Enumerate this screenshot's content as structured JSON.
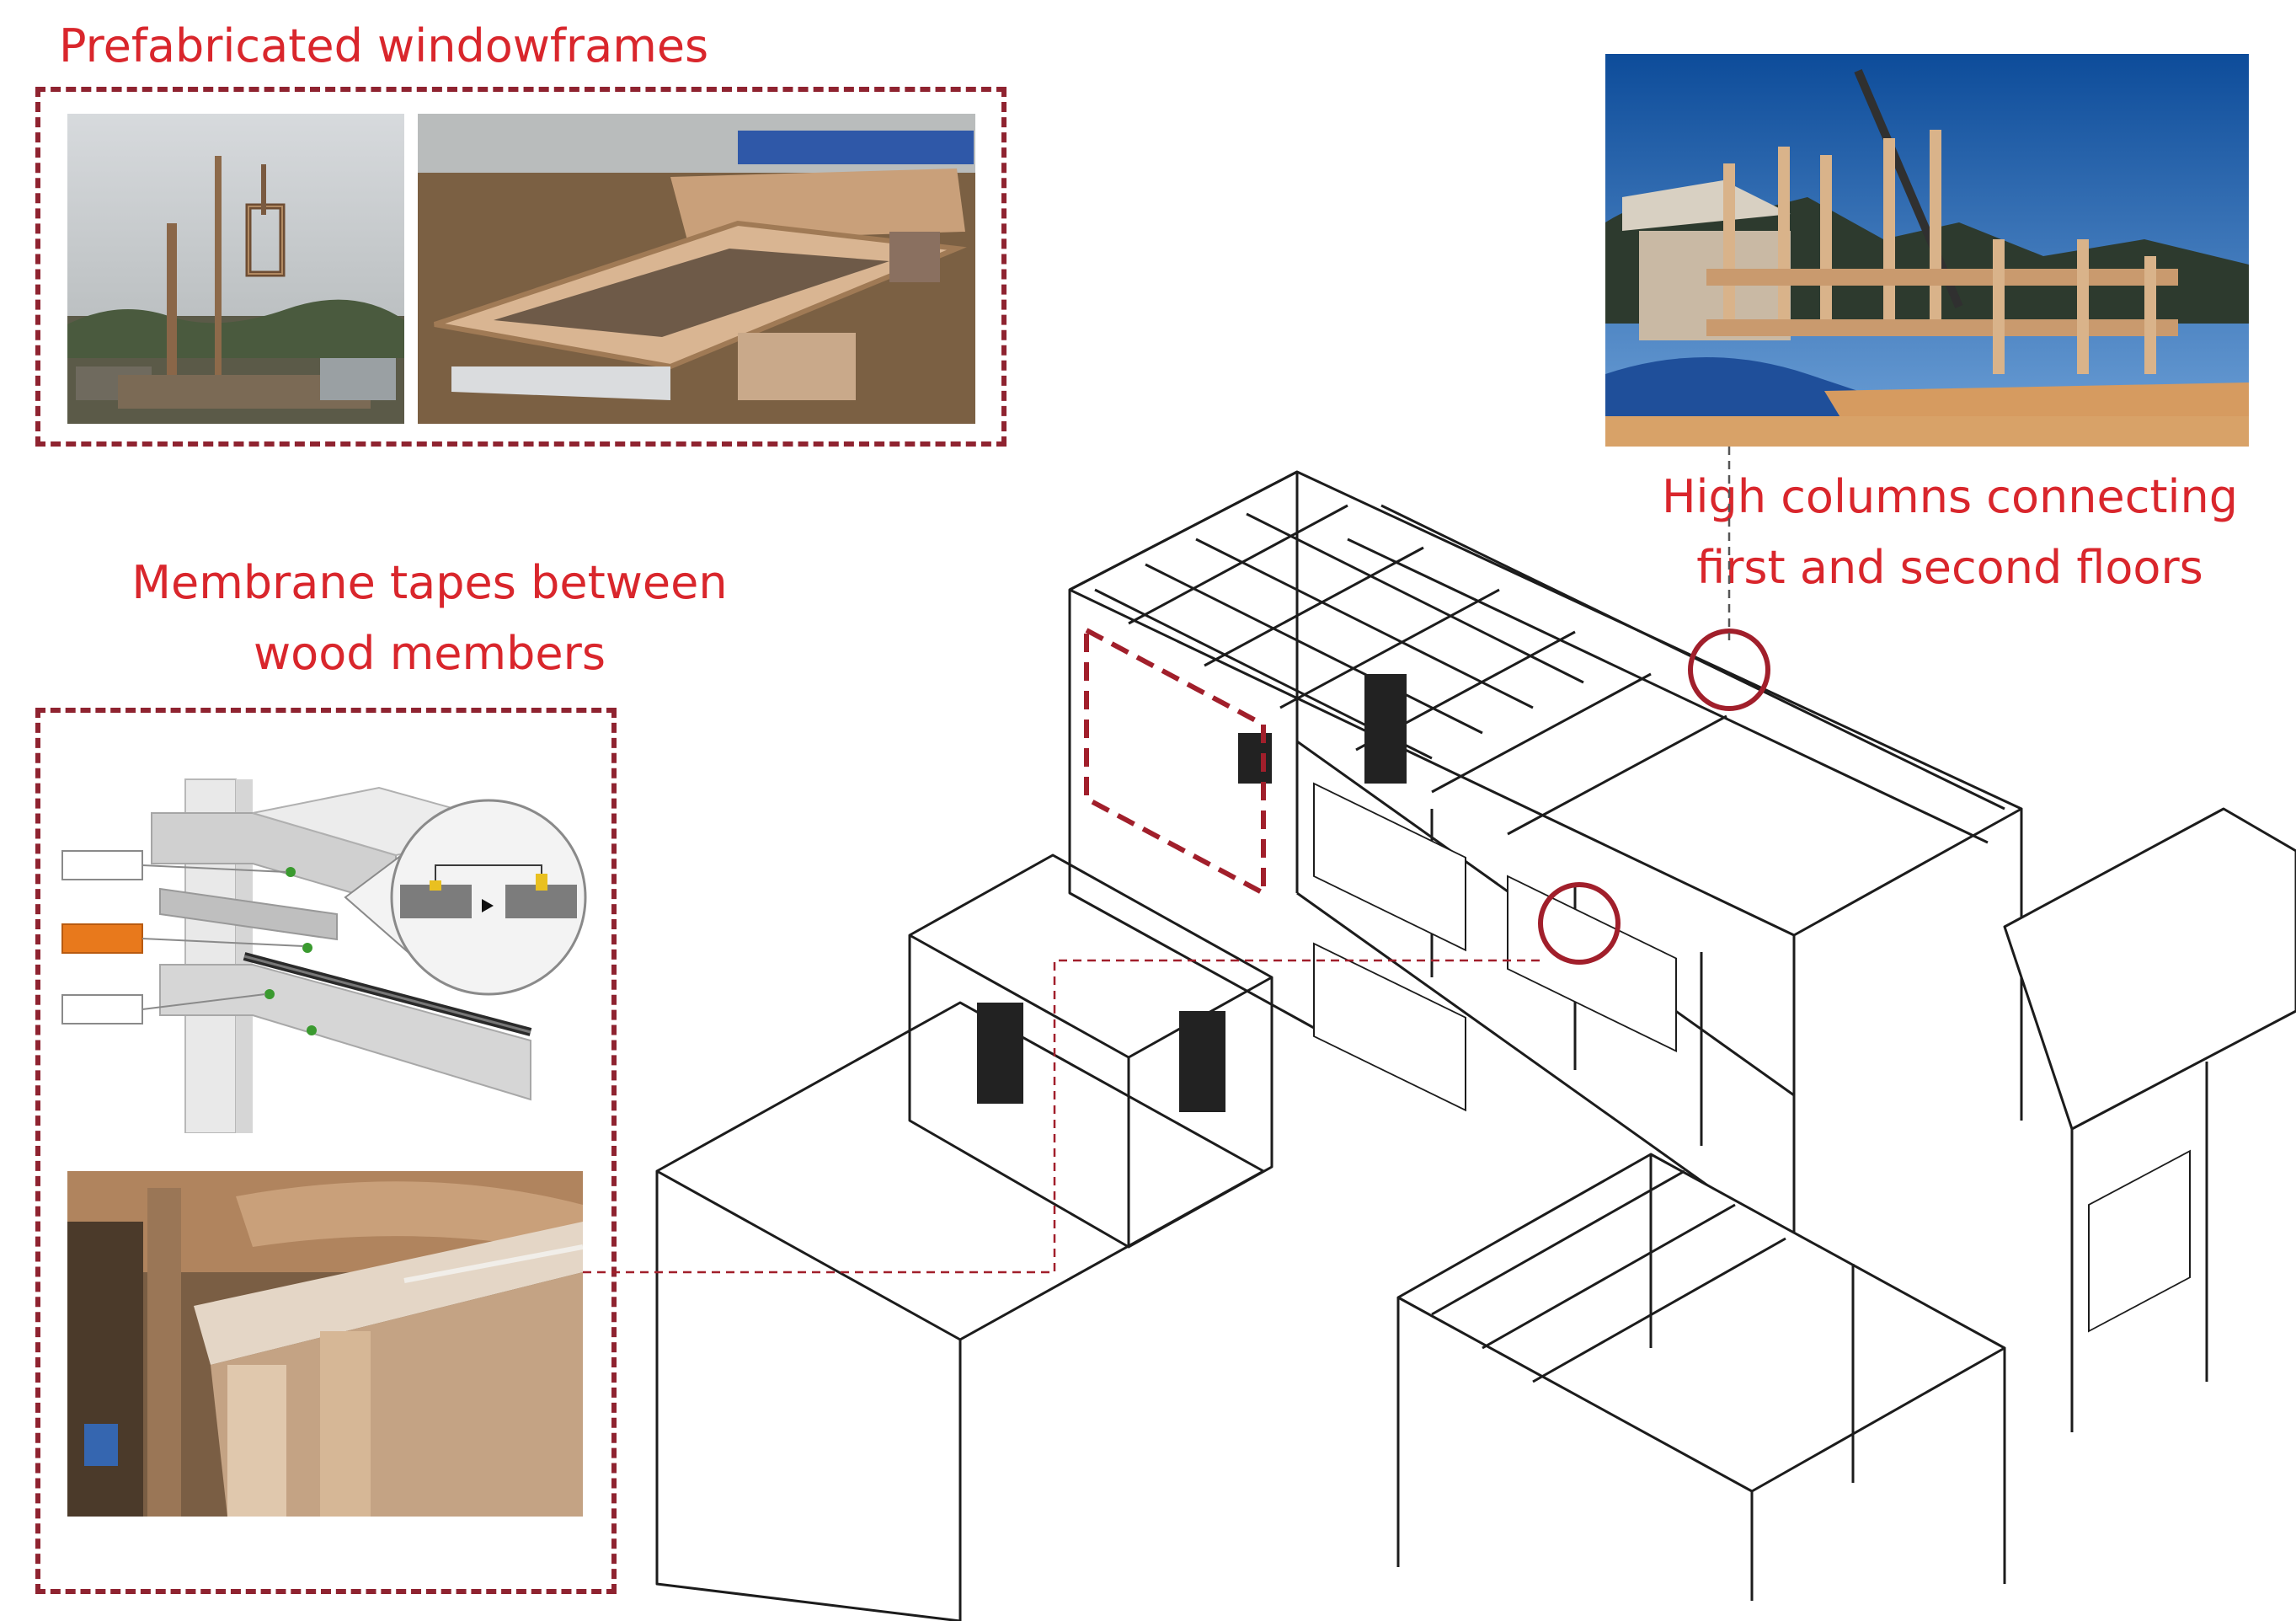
{
  "figure": {
    "labels": {
      "prefab": "Prefabricated windowframes",
      "membrane_line1": "Membrane tapes between",
      "membrane_line2": "wood members",
      "columns_line1": "High columns connecting",
      "columns_line2": "first and second floors"
    },
    "colors": {
      "label_red": "#d9262c",
      "callout_red": "#8f2330",
      "tape_orange": "#e8791c",
      "marker_green": "#3a9a2f"
    }
  }
}
